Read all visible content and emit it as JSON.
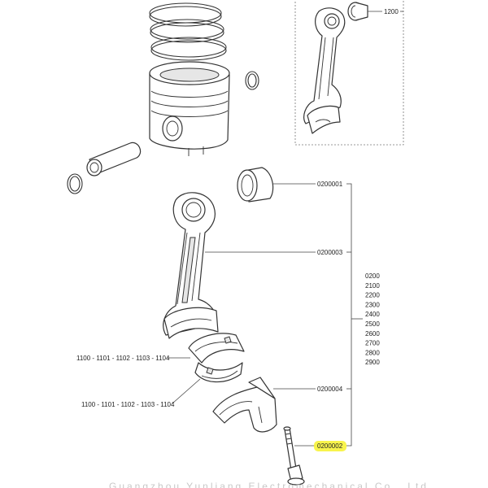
{
  "labels": {
    "inset_part": "1200",
    "bushing": "0200001",
    "conrod": "0200003",
    "cap": "0200004",
    "bolt": "0200002",
    "bearing_upper": "1100 - 1101 - 1102 - 1103 - 1104",
    "bearing_lower": "1100 - 1101 - 1102 - 1103 - 1104"
  },
  "variants": [
    "0200",
    "2100",
    "2200",
    "2300",
    "2400",
    "2500",
    "2600",
    "2700",
    "2800",
    "2900"
  ],
  "watermark": "Guangzhou Yunliang Electromechanical Co., Ltd.",
  "colors": {
    "highlight": "#f7f33a",
    "line": "#333333"
  }
}
